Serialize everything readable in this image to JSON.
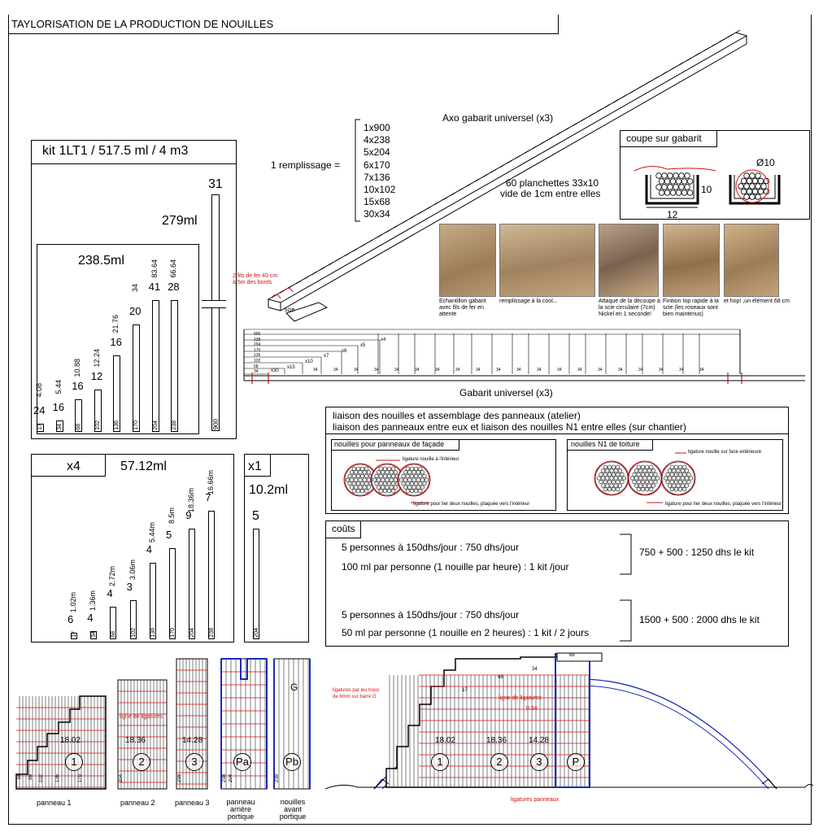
{
  "title": "TAYLORISATION DE LA PRODUCTION DE NOUILLES",
  "axo": {
    "label": "Axo gabarit universel (x3)",
    "remplissage_label": "1 remplissage =",
    "remplissage": [
      "1x900",
      "4x238",
      "5x204",
      "6x170",
      "7x136",
      "10x102",
      "15x68",
      "30x34"
    ],
    "planchettes_line1": "60 planchettes 33x10",
    "planchettes_line2": "vide de 1cm entre elles",
    "fils_line1": "2 fils de fer 40 cm",
    "fils_line2": "à 5m des bords",
    "scie": "scie"
  },
  "coupe": {
    "title": "coupe sur gabarit",
    "dim_height": "10",
    "dim_width": "12",
    "dim_diam": "Ø10"
  },
  "photos": [
    {
      "caption": "Echantillon gabarit avec fils de fer en attente"
    },
    {
      "caption": "remplissage à la cool..."
    },
    {
      "caption": "Attaque de la découpe à la scie circulaire (7cm) Nickel en 1 seconde!"
    },
    {
      "caption": "Finition top rapide à la scie (les roseaux sont bien maintenus)"
    },
    {
      "caption": "et hop! ,un élément 68 cm"
    }
  ],
  "gabarit": {
    "label": "Gabarit universel (x3)",
    "left_ticks": [
      "900",
      "238",
      "204",
      "170",
      "136",
      "102",
      "68",
      "34"
    ],
    "multipliers": [
      "x4",
      "x5",
      "x6",
      "x7",
      "x10",
      "x15",
      "x30"
    ],
    "segment": "34"
  },
  "kit": {
    "title": "kit 1LT1 / 517.5 ml / 4 m3",
    "total_right_count": "31",
    "total_right_ml": "279ml",
    "total_left_ml": "238.5ml",
    "bars": [
      {
        "count": "24",
        "ml": "4.08",
        "len": "17"
      },
      {
        "count": "16",
        "ml": "5.44",
        "len": "34"
      },
      {
        "count": "16",
        "ml": "10.88",
        "len": "68"
      },
      {
        "count": "12",
        "ml": "12.24",
        "len": "102"
      },
      {
        "count": "16",
        "ml": "21.76",
        "len": "136"
      },
      {
        "count": "20",
        "ml": "34",
        "len": "170"
      },
      {
        "count": "41",
        "ml": "83.64",
        "len": "204"
      },
      {
        "count": "28",
        "ml": "66.64",
        "len": "238"
      }
    ],
    "big_bar_len": "900"
  },
  "x4": {
    "label": "x4",
    "total": "57.12ml",
    "bars": [
      {
        "count": "6",
        "ml": "1.02m",
        "len": "17"
      },
      {
        "count": "4",
        "ml": "1.36m",
        "len": "34"
      },
      {
        "count": "4",
        "ml": "2.72m",
        "len": "68"
      },
      {
        "count": "3",
        "ml": "3.06m",
        "len": "102"
      },
      {
        "count": "4",
        "ml": "5.44m",
        "len": "136"
      },
      {
        "count": "5",
        "ml": "8.5m",
        "len": "170"
      },
      {
        "count": "9",
        "ml": "18.36m",
        "len": "204"
      },
      {
        "count": "7",
        "ml": "16.66m",
        "len": "238"
      }
    ]
  },
  "x1": {
    "label": "x1",
    "total": "10.2ml",
    "count": "5",
    "len": "204"
  },
  "liaison": {
    "line1": "liaison des nouilles et assemblage des panneaux (atelier)",
    "line2": "liaison des panneaux entre eux et liaison des nouilles N1 entre elles (sur chantier)",
    "facade_title": "nouilles pour panneaux de façade",
    "facade_note_top": "ligature nouille à l'intérieur",
    "facade_note_bottom": "ligature pour lier deux nouilles, plaquée vers l'intérieur",
    "toiture_title": "nouilles N1 de toiture",
    "toiture_note_top": "ligature nouille sur face extérieure",
    "toiture_note_bottom": "ligature pour lier deux nouilles, plaquée vers l'intérieur"
  },
  "couts": {
    "title": "coûts",
    "a1": "5 personnes à 150dhs/jour : 750 dhs/jour",
    "a2": "100 ml par personne (1 nouille par heure) : 1 kit /jour",
    "a_total": "750 + 500 : 1250 dhs le kit",
    "b1": "5 personnes à 150dhs/jour : 750 dhs/jour",
    "b2": "50 ml par personne (1 nouille en 2 heures) : 1 kit / 2 jours",
    "b_total": "1500 + 500 : 2000 dhs le kit"
  },
  "panels": {
    "p1": {
      "label": "panneau 1",
      "num": "1",
      "value": "18.02",
      "dims": [
        "34",
        "68",
        "102",
        "136",
        "170"
      ]
    },
    "p2": {
      "label": "panneau 2",
      "num": "2",
      "value": "18.36",
      "dim": "204",
      "note": "ligne de ligatures"
    },
    "p3": {
      "label": "panneau 3",
      "num": "3",
      "value": "14.28",
      "dim": "238"
    },
    "pa": {
      "label_l1": "panneau",
      "label_l2": "arrière",
      "label_l3": "portique",
      "num": "Pa",
      "dims": [
        "238",
        "204"
      ]
    },
    "pb": {
      "label_l1": "nouilles",
      "label_l2": "avant",
      "label_l3": "portique",
      "num": "Pb",
      "dim": "238",
      "g": "G",
      "note_l1": "ligatures par les trous",
      "note_l2": "de 6mm sur barre G"
    }
  },
  "arch": {
    "nums": [
      "1",
      "2",
      "3",
      "P"
    ],
    "values": [
      "18.02",
      "18.36",
      "14.28"
    ],
    "top_dims": [
      "68",
      "34",
      "68",
      "17"
    ],
    "note_line": "ligne de ligatures",
    "note_h": "0.34",
    "note_bottom": "ligatures panneaux"
  }
}
